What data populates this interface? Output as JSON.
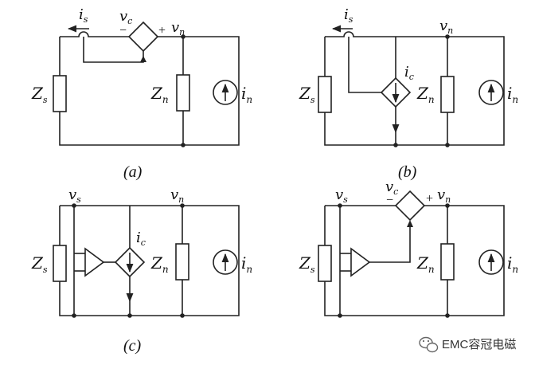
{
  "panels": {
    "a": {
      "caption": "(a)",
      "i_s": "i",
      "i_s_sub": "s",
      "v_c": "v",
      "v_c_sub": "c",
      "plus": "+",
      "minus": "−",
      "v_n": "v",
      "v_n_sub": "n",
      "Z_s": "Z",
      "Z_s_sub": "s",
      "Z_n": "Z",
      "Z_n_sub": "n",
      "i_n": "i",
      "i_n_sub": "n"
    },
    "b": {
      "caption": "(b)",
      "i_s": "i",
      "i_s_sub": "s",
      "i_c": "i",
      "i_c_sub": "c",
      "v_n": "v",
      "v_n_sub": "n",
      "Z_s": "Z",
      "Z_s_sub": "s",
      "Z_n": "Z",
      "Z_n_sub": "n",
      "i_n": "i",
      "i_n_sub": "n"
    },
    "c": {
      "caption": "(c)",
      "v_s": "v",
      "v_s_sub": "s",
      "i_c": "i",
      "i_c_sub": "c",
      "v_n": "v",
      "v_n_sub": "n",
      "Z_s": "Z",
      "Z_s_sub": "s",
      "Z_n": "Z",
      "Z_n_sub": "n",
      "i_n": "i",
      "i_n_sub": "n"
    },
    "d": {
      "v_s": "v",
      "v_s_sub": "s",
      "v_c": "v",
      "v_c_sub": "c",
      "plus": "+",
      "minus": "−",
      "v_n": "v",
      "v_n_sub": "n",
      "Z_s": "Z",
      "Z_s_sub": "s",
      "Z_n": "Z",
      "Z_n_sub": "n",
      "i_n": "i",
      "i_n_sub": "n"
    }
  },
  "watermark": {
    "text": "EMC容冠电磁",
    "icon": "wechat-icon"
  }
}
